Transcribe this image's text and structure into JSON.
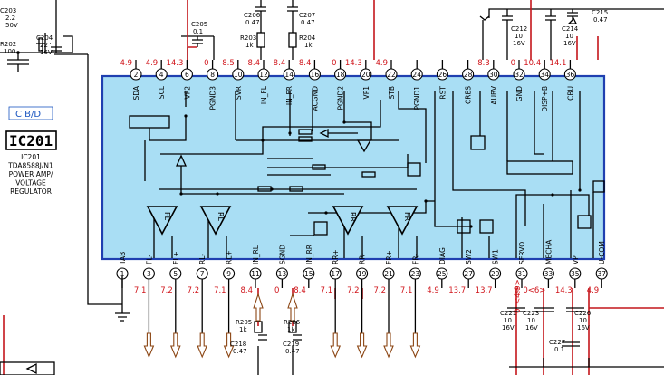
{
  "ic": {
    "block_label": "IC B/D",
    "ref": "IC201",
    "desc_lines": [
      "IC201",
      "TDA8588J/N1",
      "POWER AMP/",
      "VOLTAGE",
      "REGULATOR"
    ]
  },
  "colors": {
    "ic_fill": "#a9def4",
    "ic_border": "#1f3fb0",
    "voltage": "#d0141a",
    "wire": "#000000"
  },
  "top_pins": [
    {
      "num": "2",
      "label": "SDA",
      "v": "4.9"
    },
    {
      "num": "4",
      "label": "SCL",
      "v": "4.9"
    },
    {
      "num": "6",
      "label": "VP2",
      "v": "14.3"
    },
    {
      "num": "8",
      "label": "PGND3",
      "v": "0"
    },
    {
      "num": "10",
      "label": "SVR",
      "v": "8.5"
    },
    {
      "num": "12",
      "label": "IN_FL",
      "v": "8.4"
    },
    {
      "num": "14",
      "label": "IN_FR",
      "v": "8.4"
    },
    {
      "num": "16",
      "label": "ACGND",
      "v": "8.4"
    },
    {
      "num": "18",
      "label": "PGND2",
      "v": "0"
    },
    {
      "num": "20",
      "label": "VP1",
      "v": "14.3"
    },
    {
      "num": "22",
      "label": "STB",
      "v": "4.9"
    },
    {
      "num": "24",
      "label": "PGND1",
      "v": ""
    },
    {
      "num": "26",
      "label": "RST",
      "v": ""
    },
    {
      "num": "28",
      "label": "CRES",
      "v": ""
    },
    {
      "num": "30",
      "label": "AUBV",
      "v": "8.3"
    },
    {
      "num": "32",
      "label": "GND",
      "v": "0"
    },
    {
      "num": "34",
      "label": "DISP+B",
      "v": "10.4"
    },
    {
      "num": "36",
      "label": "CBU",
      "v": "14.1"
    }
  ],
  "bottom_pins": [
    {
      "num": "1",
      "label": "TAB",
      "v": ""
    },
    {
      "num": "3",
      "label": "FL-",
      "v": "7.1"
    },
    {
      "num": "5",
      "label": "FL+",
      "v": "7.2"
    },
    {
      "num": "7",
      "label": "RL-",
      "v": "7.2"
    },
    {
      "num": "9",
      "label": "RL+",
      "v": "7.1"
    },
    {
      "num": "11",
      "label": "IN_RL",
      "v": "8.4"
    },
    {
      "num": "13",
      "label": "SGND",
      "v": "0"
    },
    {
      "num": "15",
      "label": "IN_RR",
      "v": "8.4"
    },
    {
      "num": "17",
      "label": "RR+",
      "v": "7.1"
    },
    {
      "num": "19",
      "label": "RR-",
      "v": "7.2"
    },
    {
      "num": "21",
      "label": "FR+",
      "v": "7.2"
    },
    {
      "num": "23",
      "label": "FR-",
      "v": "7.1"
    },
    {
      "num": "25",
      "label": "DIAG",
      "v": "4.9"
    },
    {
      "num": "27",
      "label": "SW2",
      "v": "13.7"
    },
    {
      "num": "29",
      "label": "SW1",
      "v": "13.7"
    },
    {
      "num": "31",
      "label": "SERVO",
      "v": "0"
    },
    {
      "num": "33",
      "label": "MECHA",
      "v": "0<6>"
    },
    {
      "num": "35",
      "label": "VP",
      "v": "14.3"
    },
    {
      "num": "37",
      "label": "U-COM",
      "v": "4.9"
    }
  ],
  "servo_voltage_lines": [
    "0",
    "<4.9>"
  ],
  "amps": [
    "FL",
    "RL",
    "RR",
    "FR"
  ],
  "components": {
    "c203": [
      "C203",
      "2.2",
      "50V"
    ],
    "r202": [
      "R202",
      "100"
    ],
    "c204": [
      "C204",
      "22",
      "16V"
    ],
    "c205": [
      "C205",
      "0.1"
    ],
    "c206": [
      "C206",
      "0.47"
    ],
    "c207": [
      "C207",
      "0.47"
    ],
    "r203": [
      "R203",
      "1k"
    ],
    "r204": [
      "R204",
      "1k"
    ],
    "c212": [
      "C212",
      "10",
      "16V"
    ],
    "c214": [
      "C214",
      "10",
      "16V"
    ],
    "c215": [
      "C215",
      "0.47"
    ],
    "r205": [
      "R205",
      "1k"
    ],
    "r206": [
      "R206",
      "1k"
    ],
    "c218": [
      "C218",
      "0.47"
    ],
    "c219": [
      "C219",
      "0.47"
    ],
    "c221": [
      "C221",
      "10",
      "16V"
    ],
    "c223": [
      "C223",
      "10",
      "16V"
    ],
    "c226": [
      "C226",
      "10",
      "16V"
    ],
    "c227": [
      "C227",
      "0.1"
    ]
  }
}
